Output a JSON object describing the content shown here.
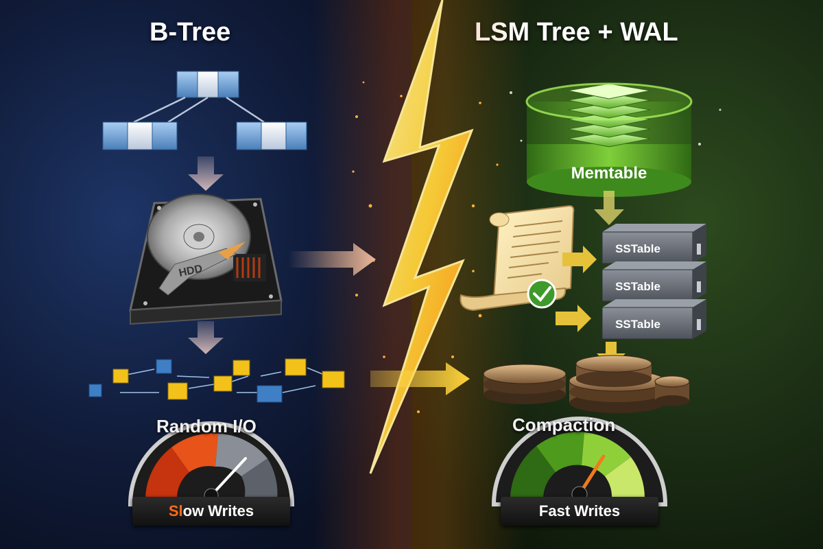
{
  "left": {
    "title": "B-Tree",
    "disk_label": "HDD",
    "io_label": "Random I/O",
    "gauge_label_highlight": "Sl",
    "gauge_label_rest": "ow Writes",
    "gauge_color": "#e8531a"
  },
  "right": {
    "title": "LSM Tree + WAL",
    "memtable_label": "Memtable",
    "sstable_labels": [
      "SSTable",
      "SSTable",
      "SSTable"
    ],
    "compaction_label": "Compaction",
    "gauge_label": "Fast Writes",
    "gauge_color": "#6fbf2a"
  },
  "colors": {
    "left_accent": "#1e3566",
    "right_accent": "#2d4a1e",
    "lightning": "#ffd23a",
    "node_blue": "#6a9fd6",
    "node_yellow": "#f2c21b"
  },
  "icons": [
    "lightning-bolt-icon",
    "hard-drive-icon",
    "scroll-icon",
    "check-icon",
    "gauge-icon",
    "arrow-icon"
  ]
}
